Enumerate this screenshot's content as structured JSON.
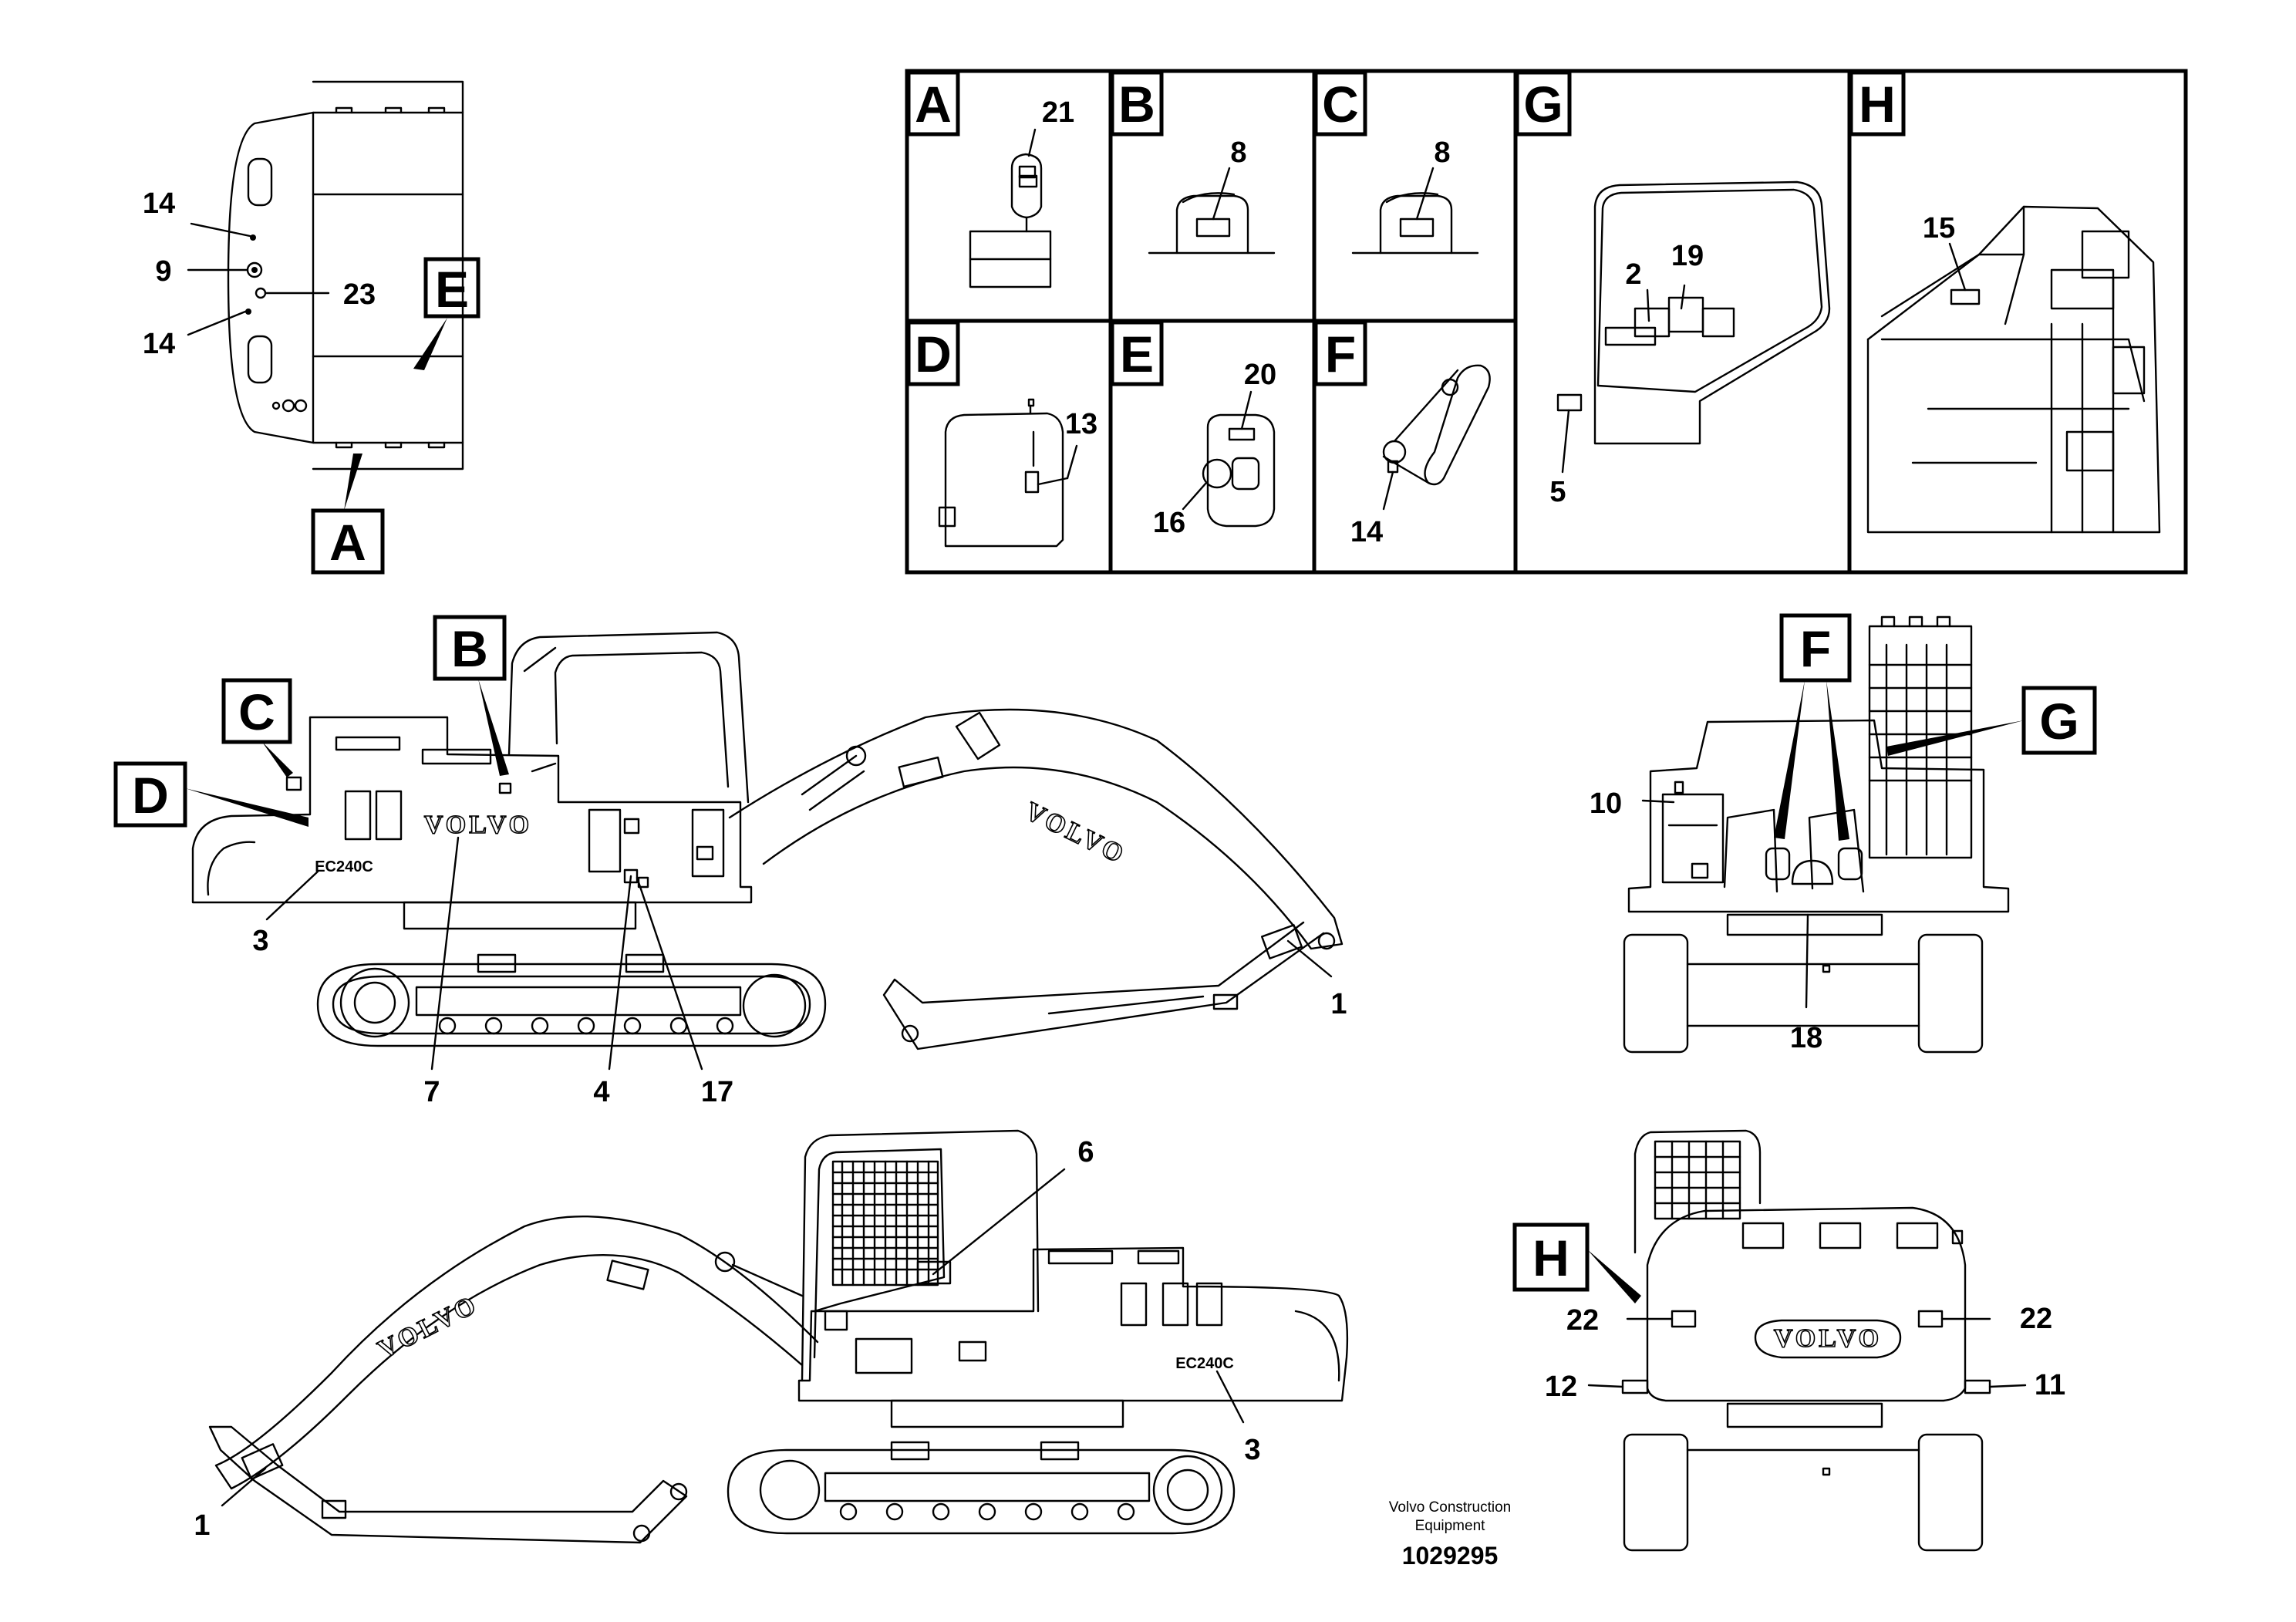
{
  "detail_views": [
    {
      "letter": "A",
      "item_numbers": [
        "21"
      ]
    },
    {
      "letter": "B",
      "item_numbers": [
        "8"
      ]
    },
    {
      "letter": "C",
      "item_numbers": [
        "8"
      ]
    },
    {
      "letter": "G",
      "item_numbers": [
        "2",
        "19",
        "5"
      ]
    },
    {
      "letter": "H",
      "item_numbers": [
        "15"
      ]
    },
    {
      "letter": "D",
      "item_numbers": [
        "13"
      ]
    },
    {
      "letter": "E",
      "item_numbers": [
        "20",
        "16"
      ]
    },
    {
      "letter": "F",
      "item_numbers": [
        "14"
      ]
    }
  ],
  "top_view": {
    "callouts": [
      "14",
      "9",
      "23",
      "14"
    ],
    "view_markers": [
      "E",
      "A"
    ]
  },
  "left_side_view": {
    "callouts": [
      "3",
      "7",
      "4",
      "17",
      "1"
    ],
    "view_markers": [
      "B",
      "C",
      "D"
    ]
  },
  "right_side_view": {
    "callouts": [
      "6",
      "3",
      "1"
    ]
  },
  "front_view": {
    "callouts": [
      "10",
      "18"
    ],
    "view_markers": [
      "F",
      "G"
    ]
  },
  "rear_view": {
    "callouts": [
      "22",
      "22",
      "12",
      "11"
    ],
    "view_markers": [
      "H"
    ]
  },
  "decals": {
    "brand": "VOLVO",
    "model": "EC240C"
  },
  "footer": {
    "company_line1": "Volvo Construction",
    "company_line2": "Equipment",
    "drawing_number": "1029295"
  }
}
